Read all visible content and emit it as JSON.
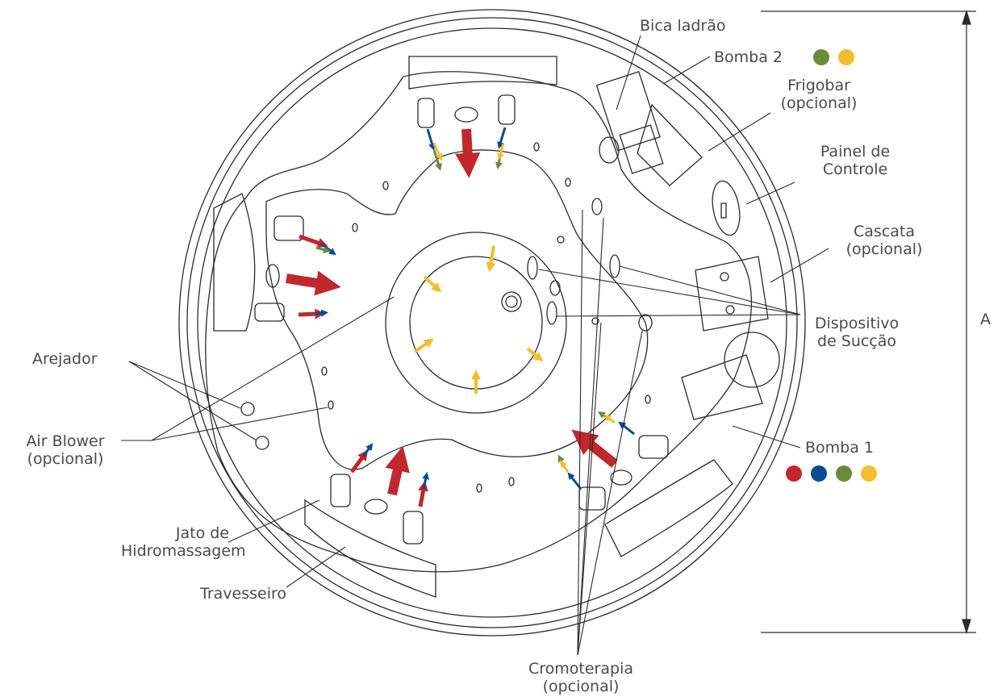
{
  "labels": {
    "bica_ladrao": "Bica ladrão",
    "bomba_2": "Bomba 2",
    "frigobar": [
      "Frigobar",
      "(opcional)"
    ],
    "painel": [
      "Painel de",
      "Controle"
    ],
    "cascata": [
      "Cascata",
      "(opcional)"
    ],
    "dispositivo": [
      "Dispositivo",
      "de Sucção"
    ],
    "dimension": "A",
    "bomba_1": "Bomba 1",
    "arejador": "Arejador",
    "air_blower": [
      "Air Blower",
      "(opcional)"
    ],
    "jato": [
      "Jato de",
      "Hidromassagem"
    ],
    "travesseiro": "Travesseiro",
    "cromoterapia": [
      "Cromoterapia",
      "(opcional)"
    ]
  },
  "colors": {
    "red": "#c1272d",
    "blue": "#0a4a97",
    "green": "#6b8a3a",
    "yellow": "#f2be2e",
    "line": "#2a2a2a",
    "text": "#4a4a4a"
  },
  "legend": {
    "bomba_2": [
      "green",
      "yellow"
    ],
    "bomba_1": [
      "red",
      "blue",
      "green",
      "yellow"
    ]
  }
}
